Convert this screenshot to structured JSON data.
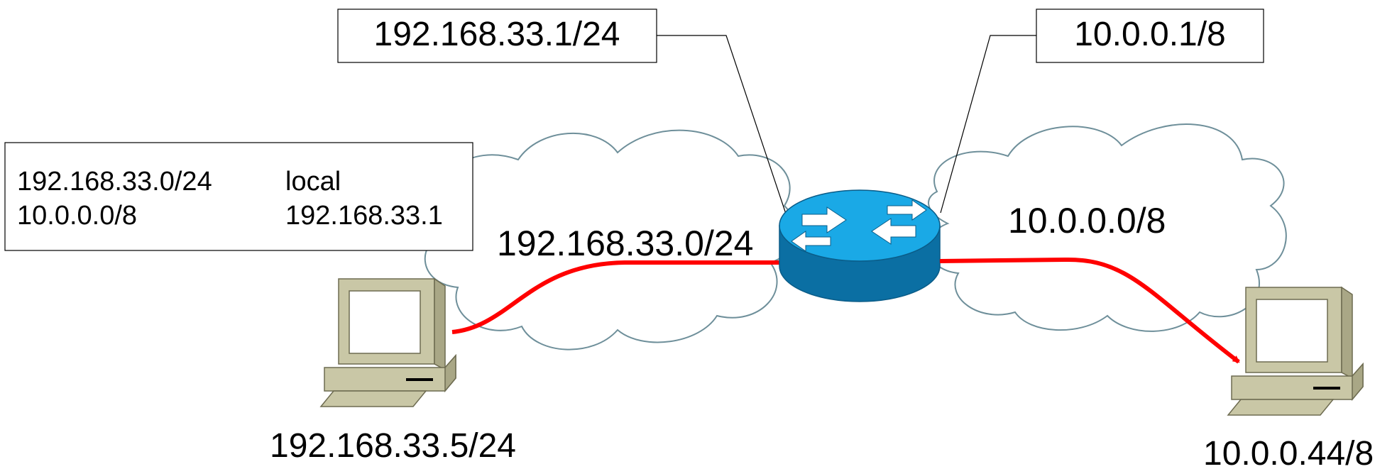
{
  "callouts": {
    "router_left_ip": "192.168.33.1/24",
    "router_right_ip": "10.0.0.1/8"
  },
  "routing_table": {
    "rows": [
      {
        "destination": "192.168.33.0/24",
        "via": "local"
      },
      {
        "destination": "10.0.0.0/8",
        "via": "192.168.33.1"
      }
    ]
  },
  "networks": {
    "left": "192.168.33.0/24",
    "right": "10.0.0.0/8"
  },
  "hosts": {
    "source_ip": "192.168.33.5/24",
    "dest_ip": "10.0.0.44/8"
  },
  "colors": {
    "path": "#ff0000",
    "router_top": "#1aa9e6",
    "router_side": "#0b6fa3",
    "cloud_stroke": "#6e8f9a",
    "pc_body": "#c9c7a6"
  },
  "icons": [
    "cloud-icon",
    "router-icon",
    "computer-icon"
  ]
}
